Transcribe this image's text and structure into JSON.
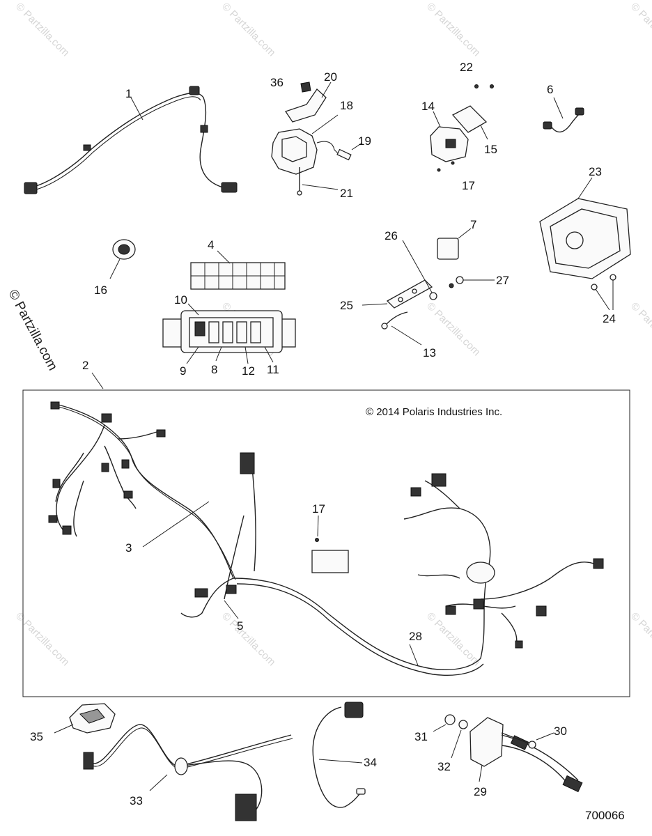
{
  "copyright": "© 2014 Polaris Industries Inc.",
  "diagram_id": "700066",
  "watermark_text": "© Partzilla.com",
  "callouts": {
    "c1": "1",
    "c2": "2",
    "c3": "3",
    "c4": "4",
    "c5": "5",
    "c6": "6",
    "c7": "7",
    "c8": "8",
    "c9": "9",
    "c10": "10",
    "c11": "11",
    "c12": "12",
    "c13": "13",
    "c14": "14",
    "c15": "15",
    "c16": "16",
    "c17a": "17",
    "c17b": "17",
    "c18": "18",
    "c19": "19",
    "c20": "20",
    "c21": "21",
    "c22": "22",
    "c23": "23",
    "c24": "24",
    "c25": "25",
    "c26": "26",
    "c27": "27",
    "c28": "28",
    "c29": "29",
    "c30": "30",
    "c31": "31",
    "c32": "32",
    "c33": "33",
    "c34": "34",
    "c35": "35",
    "c36": "36"
  }
}
